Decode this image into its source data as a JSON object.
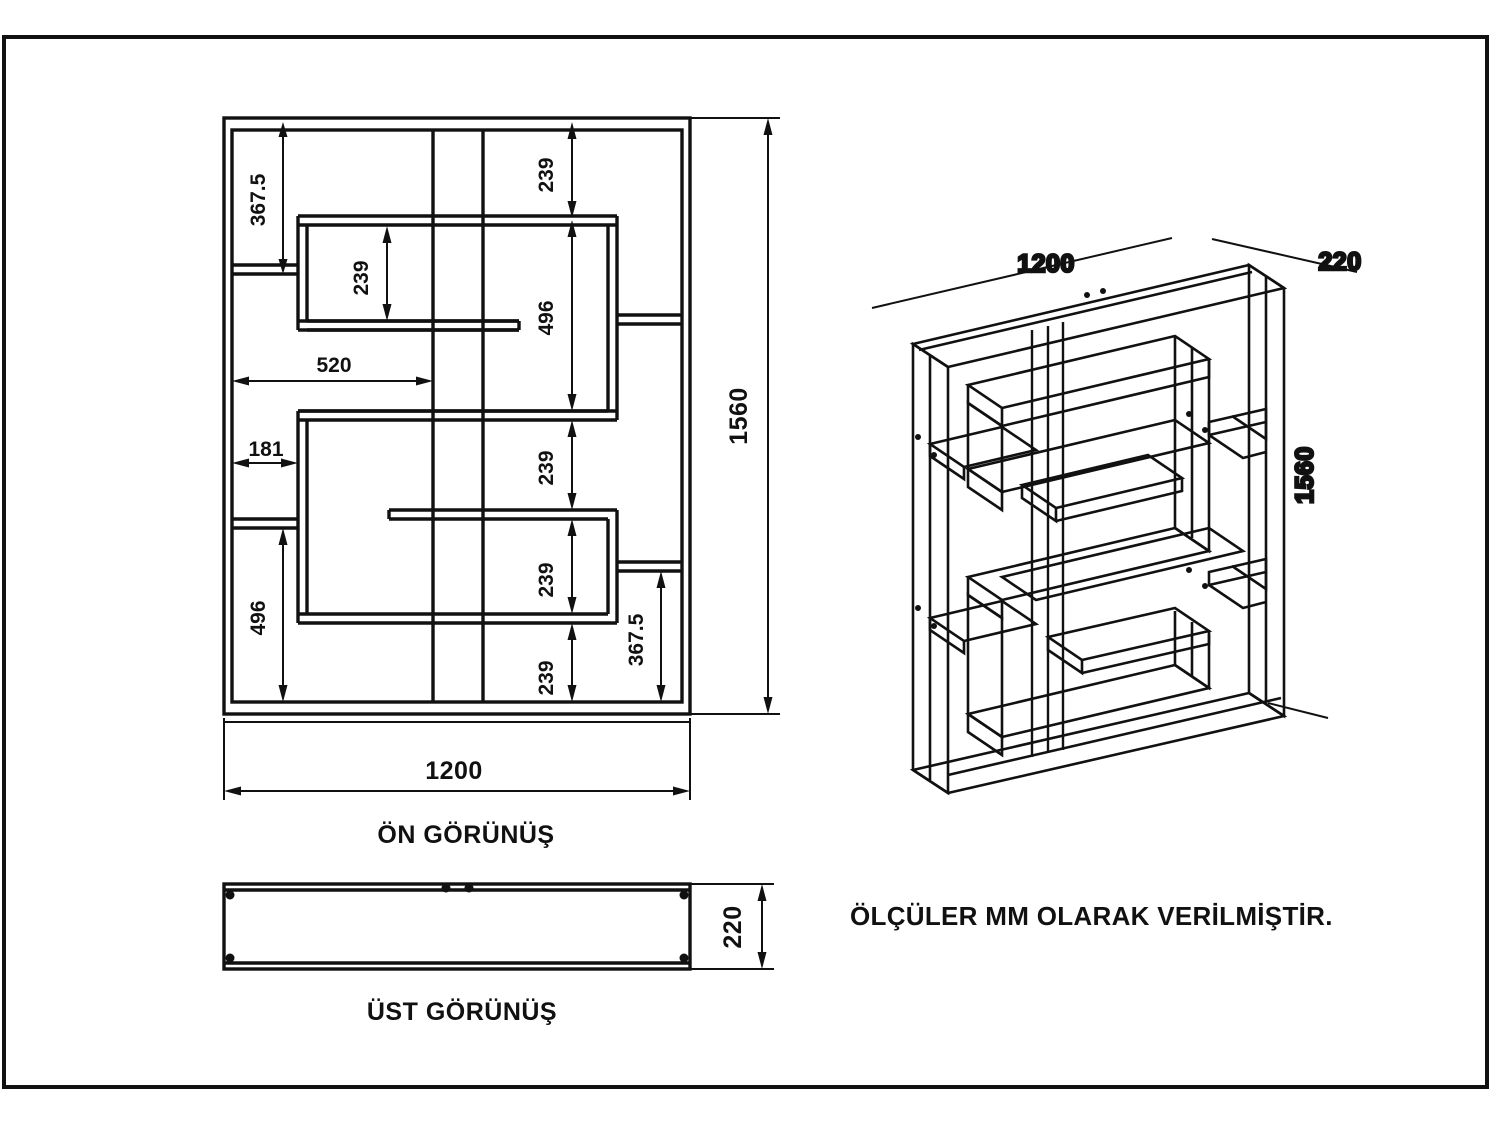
{
  "drawing": {
    "units_note": "ÖLÇÜLER MM OLARAK VERİLMİŞTİR.",
    "line_color": "#111111",
    "background_color": "#ffffff",
    "border_color": "#111111"
  },
  "front_view": {
    "title": "ÖN GÖRÜNÜŞ",
    "dimensions": {
      "overall_width": "1200",
      "overall_height": "1560",
      "top_left_drop": "367.5",
      "top_right_drop": "239",
      "upper_box_inner": "239",
      "upper_box_total": "496",
      "left_offset_520": "520",
      "left_offset_181": "181",
      "mid_right_239": "239",
      "lower_right_239": "239",
      "bottom_right_239": "239",
      "lower_left_496": "496",
      "bottom_right_drop": "367.5"
    }
  },
  "top_view": {
    "title": "ÜST GÖRÜNÜŞ",
    "dimensions": {
      "depth": "220"
    }
  },
  "iso_view": {
    "dimensions": {
      "width": "1200",
      "depth": "220",
      "height": "1560"
    }
  }
}
